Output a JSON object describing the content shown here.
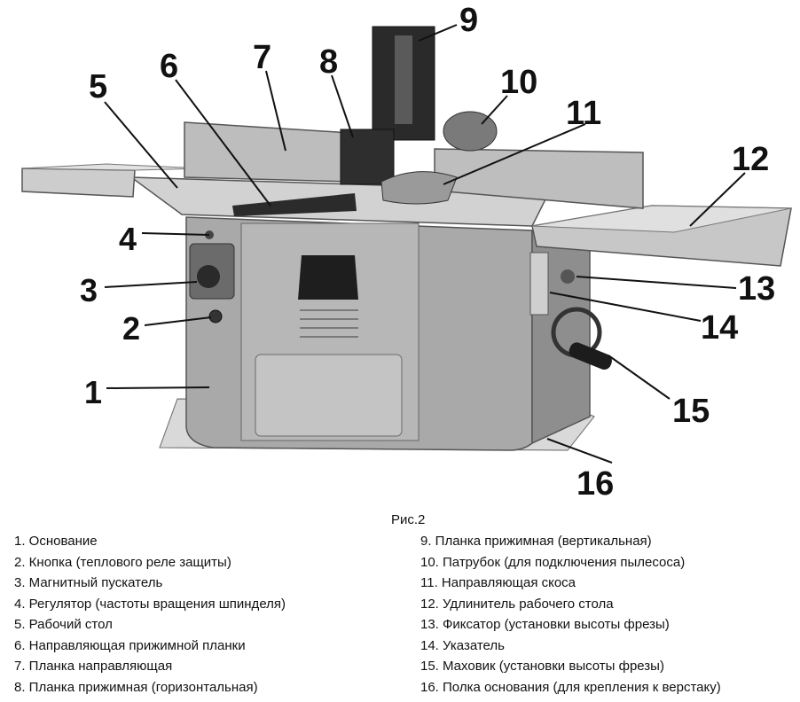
{
  "figure": {
    "caption": "Рис.2",
    "callouts": [
      "1",
      "2",
      "3",
      "4",
      "5",
      "6",
      "7",
      "8",
      "9",
      "10",
      "11",
      "12",
      "13",
      "14",
      "15",
      "16"
    ]
  },
  "legend": {
    "left": [
      "1. Основание",
      "2. Кнопка (теплового реле защиты)",
      "3. Магнитный пускатель",
      "4. Регулятор (частоты вращения шпинделя)",
      "5. Рабочий стол",
      "6. Направляющая прижимной планки",
      "7. Планка направляющая",
      "8. Планка прижимная (горизонтальная)"
    ],
    "right": [
      "9. Планка прижимная (вертикальная)",
      "10. Патрубок (для подключения пылесоса)",
      "11. Направляющая скоса",
      "12. Удлинитель рабочего стола",
      "13. Фиксатор (установки высоты фрезы)",
      "14. Указатель",
      "15. Маховик (установки высоты фрезы)",
      "16. Полка основания (для крепления к верстаку)"
    ]
  }
}
